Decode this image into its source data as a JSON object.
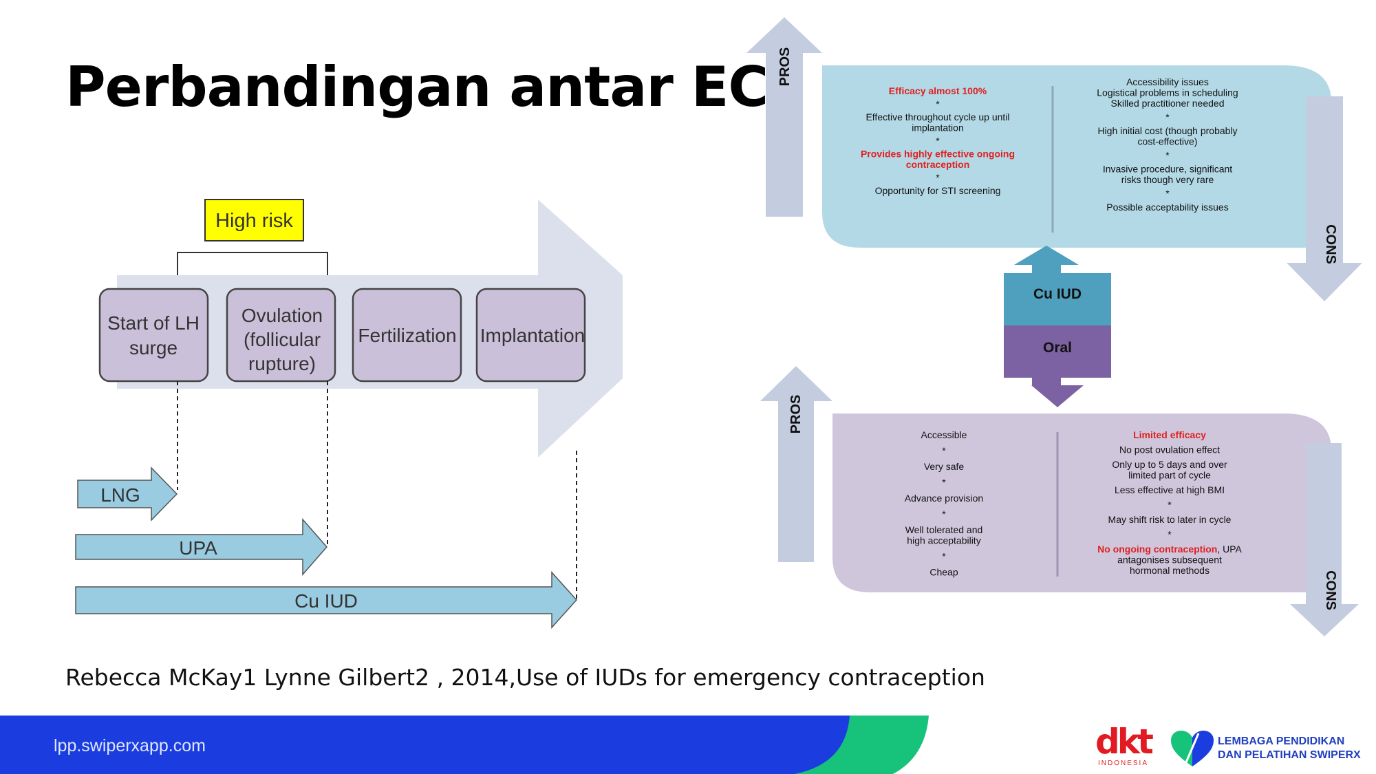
{
  "title": "Perbandingan antar EC",
  "left_diagram": {
    "risk_label": "High risk",
    "stages": [
      [
        "Start of LH",
        "surge"
      ],
      [
        "Ovulation",
        "(follicular",
        "rupture)"
      ],
      [
        "Fertilization"
      ],
      [
        "Implantation"
      ]
    ],
    "methods": [
      "LNG",
      "UPA",
      "Cu IUD"
    ]
  },
  "right_diagram": {
    "cu_iud": {
      "label": "Cu IUD",
      "pros_label": "PROS",
      "cons_label": "CONS",
      "pros": [
        {
          "lines": [
            "Efficacy almost 100%"
          ],
          "highlight": true
        },
        {
          "lines": [
            "*"
          ]
        },
        {
          "lines": [
            "Effective throughout cycle up until",
            "implantation"
          ]
        },
        {
          "lines": [
            "*"
          ]
        },
        {
          "lines": [
            "Provides highly effective ongoing",
            "contraception"
          ],
          "highlight": true
        },
        {
          "lines": [
            "*"
          ]
        },
        {
          "lines": [
            "Opportunity for STI screening"
          ]
        }
      ],
      "cons": [
        {
          "lines": [
            "Accessibility issues",
            "Logistical problems in scheduling",
            "Skilled practitioner needed"
          ]
        },
        {
          "lines": [
            "*"
          ]
        },
        {
          "lines": [
            "High initial cost (though probably",
            "cost-effective)"
          ]
        },
        {
          "lines": [
            "*"
          ]
        },
        {
          "lines": [
            "Invasive procedure, significant",
            "risks though very rare"
          ]
        },
        {
          "lines": [
            "*"
          ]
        },
        {
          "lines": [
            "Possible acceptability issues"
          ]
        }
      ]
    },
    "oral": {
      "label": "Oral",
      "pros_label": "PROS",
      "cons_label": "CONS",
      "pros": [
        {
          "lines": [
            "Accessible"
          ]
        },
        {
          "lines": [
            "*"
          ]
        },
        {
          "lines": [
            "Very safe"
          ]
        },
        {
          "lines": [
            "*"
          ]
        },
        {
          "lines": [
            "Advance provision"
          ]
        },
        {
          "lines": [
            "*"
          ]
        },
        {
          "lines": [
            "Well tolerated and",
            "high acceptability"
          ]
        },
        {
          "lines": [
            "*"
          ]
        },
        {
          "lines": [
            "Cheap"
          ]
        }
      ],
      "cons": [
        {
          "lines": [
            "Limited efficacy"
          ],
          "highlight": true
        },
        {
          "lines": [
            "No post ovulation effect"
          ]
        },
        {
          "lines": [
            "Only up to 5 days and over",
            "limited part of cycle"
          ]
        },
        {
          "lines": [
            "Less effective at high BMI"
          ]
        },
        {
          "lines": [
            "*"
          ]
        },
        {
          "lines": [
            "May shift risk to later in cycle"
          ]
        },
        {
          "lines": [
            "*"
          ]
        },
        {
          "lines": [
            "No ongoing contraception",
            "antagonises subsequent",
            "hormonal methods"
          ],
          "highlight_first": true,
          "first_suffix": ", UPA"
        }
      ]
    }
  },
  "citation": "Rebecca McKay1 Lynne Gilbert2 , 2014,Use of IUDs for emergency contraception",
  "footer": {
    "url": "lpp.swiperxapp.com",
    "dkt_logo": "dkt",
    "dkt_sub": "INDONESIA",
    "lpp_line1": "LEMBAGA PENDIDIKAN",
    "lpp_line2": "DAN PELATIHAN SWIPERX"
  },
  "colors": {
    "footer_blue": "#1b3de0",
    "footer_green": "#17c27a",
    "stage_fill": "#cbc0d9",
    "big_arrow": "#dbe0ec",
    "method_arrow": "#99cce0",
    "highlight_red": "#e02020",
    "risk_yellow": "#ffff00",
    "cu_box": "#b3d9e6",
    "oral_box": "#cfc6dc",
    "cu_label": "#4fa0be",
    "oral_label": "#7d62a3",
    "pros_cons_arrow": "#c4cde0",
    "dkt_red": "#e21b23"
  }
}
